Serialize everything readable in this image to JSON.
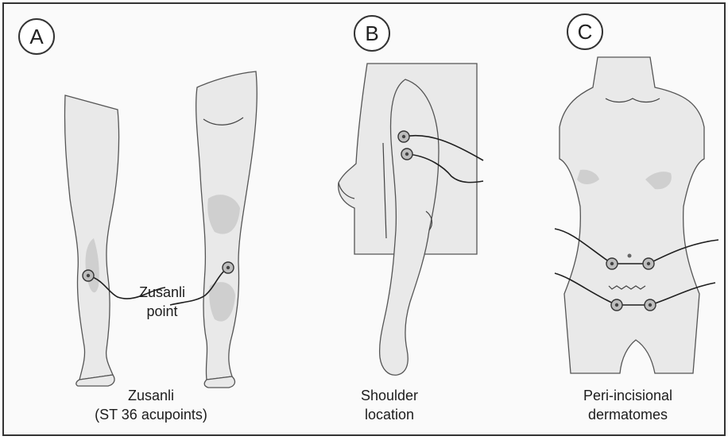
{
  "panels": [
    {
      "letter": "A",
      "callout_line1": "Zusanli",
      "callout_line2": "point",
      "caption_line1": "Zusanli",
      "caption_line2": "(ST 36 acupoints)"
    },
    {
      "letter": "B",
      "caption_line1": "Shoulder",
      "caption_line2": "location"
    },
    {
      "letter": "C",
      "caption_line1": "Peri-incisional",
      "caption_line2": "dermatomes"
    }
  ],
  "colors": {
    "skin": "#e9e9e9",
    "shade": "#cfcfcf",
    "outline": "#555555",
    "electrode": "#bdbdbd",
    "frame": "#333333"
  }
}
